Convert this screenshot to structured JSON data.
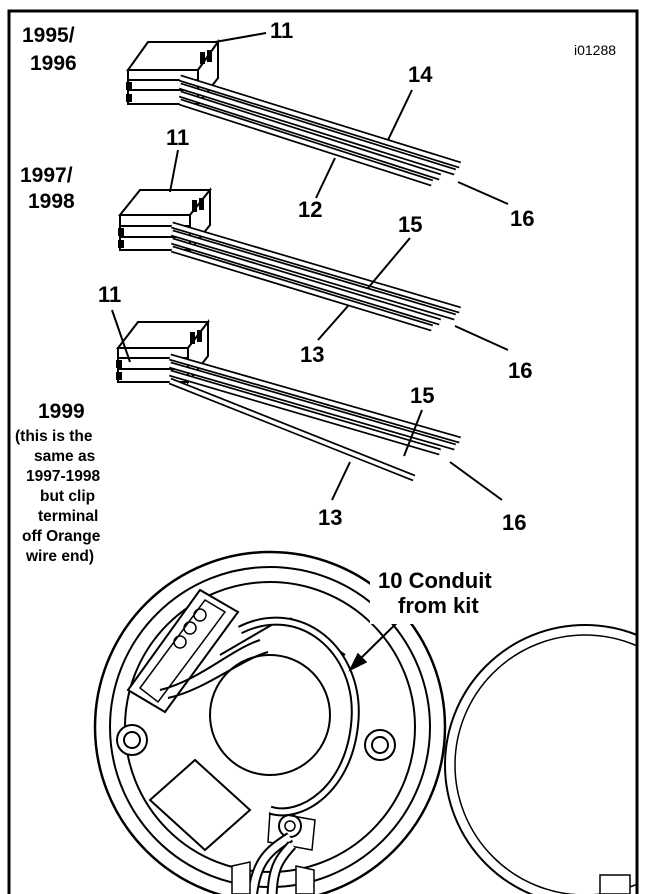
{
  "figure_id": "i01288",
  "years": {
    "y1995_l1": "1995/",
    "y1995_l2": "1996",
    "y1997_l1": "1997/",
    "y1997_l2": "1998",
    "y1999": "1999"
  },
  "note_lines": [
    "(this is the",
    "same as",
    "1997-1998",
    "but clip",
    "terminal",
    "off Orange",
    "wire end)"
  ],
  "callouts": {
    "c11a": "11",
    "c14": "14",
    "c12": "12",
    "c16a": "16",
    "c11b": "11",
    "c15a": "15",
    "c13a": "13",
    "c16b": "16",
    "c11c": "11",
    "c15b": "15",
    "c13b": "13",
    "c16c": "16"
  },
  "conduit": {
    "line1": "10 Conduit",
    "line2": "from kit"
  }
}
